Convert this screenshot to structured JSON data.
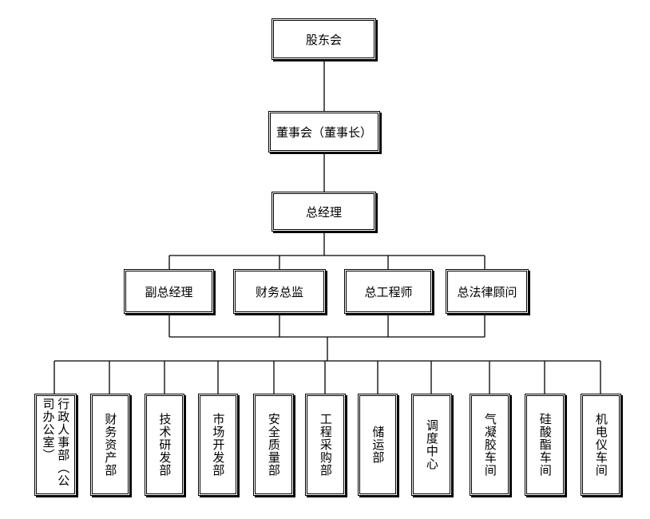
{
  "diagram": {
    "top": [
      "股东会",
      "董事会（董事长）",
      "总经理"
    ],
    "managers": [
      "副总经理",
      "财务总监",
      "总工程师",
      "总法律顾问"
    ],
    "departments": [
      "行政人事部（公司办公室）",
      "财务资产部",
      "技术研发部",
      "市场开发部",
      "安全质量部",
      "工程采购部",
      "储运部",
      "调度中心",
      "气凝胶车间",
      "硅酸酯车间",
      "机电仪车间"
    ]
  }
}
